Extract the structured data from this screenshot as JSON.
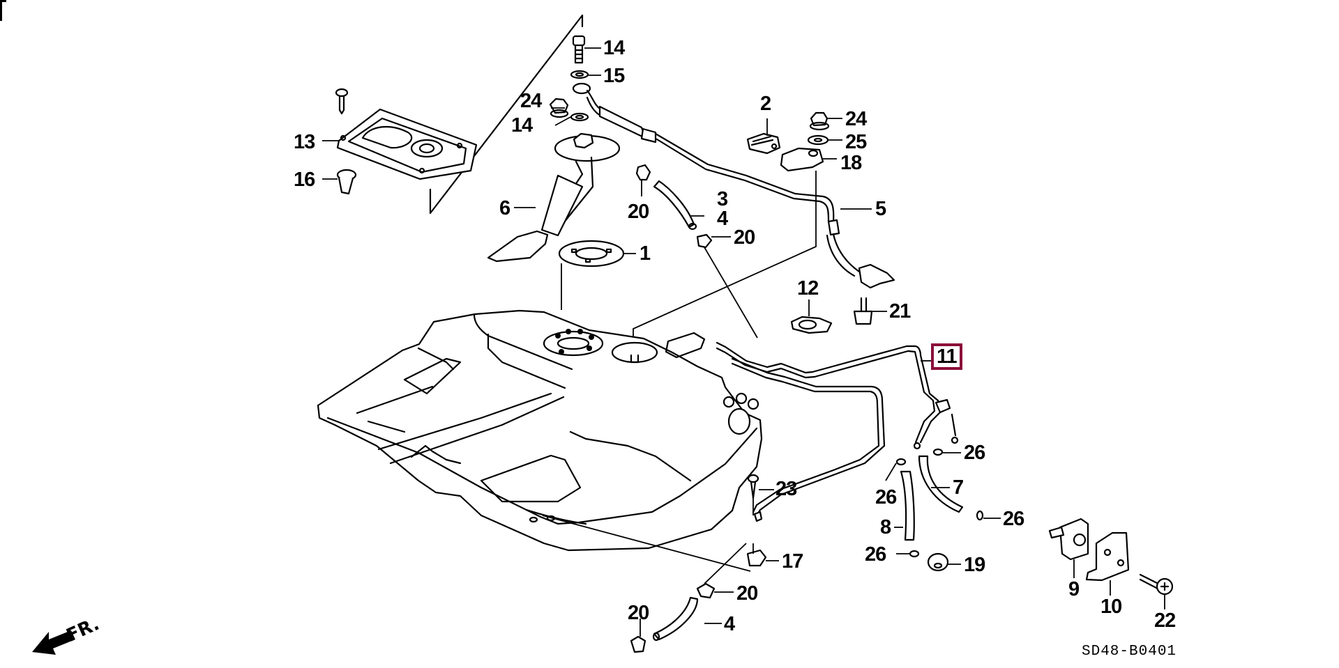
{
  "diagram": {
    "type": "exploded parts diagram",
    "subject": "Fuel tank assembly",
    "diagram_code": "SD48-B0401",
    "direction_indicator": "FR.",
    "highlight_color": "#8b0c3a",
    "highlighted_callout": "11"
  },
  "callouts": [
    {
      "id": "c14a",
      "label": "14",
      "part": "bolt"
    },
    {
      "id": "c15",
      "label": "15",
      "part": "washer"
    },
    {
      "id": "c24a",
      "label": "24",
      "part": "flange nut"
    },
    {
      "id": "c14b",
      "label": "14",
      "part": "washer"
    },
    {
      "id": "c13",
      "label": "13",
      "part": "access cover plate"
    },
    {
      "id": "c16",
      "label": "16",
      "part": "clip"
    },
    {
      "id": "c6",
      "label": "6",
      "part": "fuel pump assembly"
    },
    {
      "id": "c1",
      "label": "1",
      "part": "pump gasket ring"
    },
    {
      "id": "c20a",
      "label": "20",
      "part": "hose clamp"
    },
    {
      "id": "c3",
      "label": "3",
      "part": "hose"
    },
    {
      "id": "c4a",
      "label": "4",
      "part": "hose"
    },
    {
      "id": "c20b",
      "label": "20",
      "part": "hose clamp"
    },
    {
      "id": "c2",
      "label": "2",
      "part": "pipe clamp"
    },
    {
      "id": "c24b",
      "label": "24",
      "part": "flange nut"
    },
    {
      "id": "c25",
      "label": "25",
      "part": "washer"
    },
    {
      "id": "c18",
      "label": "18",
      "part": "clamp"
    },
    {
      "id": "c5",
      "label": "5",
      "part": "feed pipe"
    },
    {
      "id": "c12",
      "label": "12",
      "part": "pipe clip"
    },
    {
      "id": "c21",
      "label": "21",
      "part": "drain bolt"
    },
    {
      "id": "c11",
      "label": "11",
      "part": "fuel pipe assembly"
    },
    {
      "id": "c26a",
      "label": "26",
      "part": "hose clamp"
    },
    {
      "id": "c26b",
      "label": "26",
      "part": "hose clamp"
    },
    {
      "id": "c7",
      "label": "7",
      "part": "hose"
    },
    {
      "id": "c26c",
      "label": "26",
      "part": "hose clamp"
    },
    {
      "id": "c23",
      "label": "23",
      "part": "screw"
    },
    {
      "id": "c8",
      "label": "8",
      "part": "hose"
    },
    {
      "id": "c26d",
      "label": "26",
      "part": "hose clamp"
    },
    {
      "id": "c19",
      "label": "19",
      "part": "grommet"
    },
    {
      "id": "c17",
      "label": "17",
      "part": "nut"
    },
    {
      "id": "c9",
      "label": "9",
      "part": "joint"
    },
    {
      "id": "c10",
      "label": "10",
      "part": "bracket"
    },
    {
      "id": "c22",
      "label": "22",
      "part": "bolt"
    },
    {
      "id": "c20c",
      "label": "20",
      "part": "hose clamp"
    },
    {
      "id": "c20d",
      "label": "20",
      "part": "hose clamp"
    },
    {
      "id": "c4b",
      "label": "4",
      "part": "hose"
    }
  ]
}
